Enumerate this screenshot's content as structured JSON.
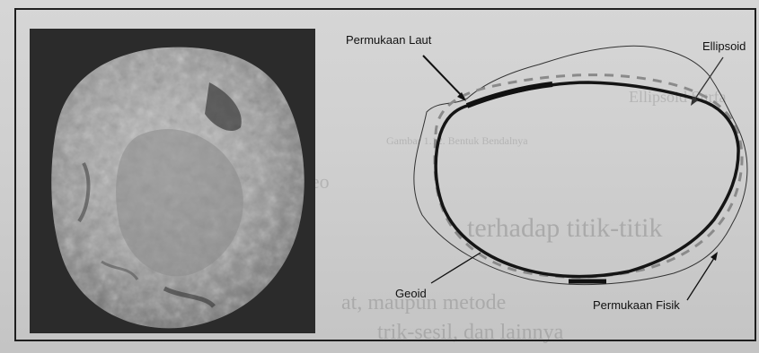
{
  "figure": {
    "labels": {
      "sea_surface": "Permukaan Laut",
      "ellipsoid": "Ellipsoid",
      "geoid": "Geoid",
      "physical_surface": "Permukaan Fisik"
    }
  },
  "background_text": {
    "line1": "Ellipsoid Surfa",
    "line2": "Gambar 1.12. Bentuk Bendalnya",
    "line3": "Geo",
    "line4": "terhadap titik-titik",
    "line5": "at, maupun metode",
    "line6": "trik-sesil, dan lainnya"
  },
  "colors": {
    "background": "#d0d0d0",
    "frame": "#1f1f1f",
    "ink": "#111111",
    "dash": "#8a8a8a"
  }
}
